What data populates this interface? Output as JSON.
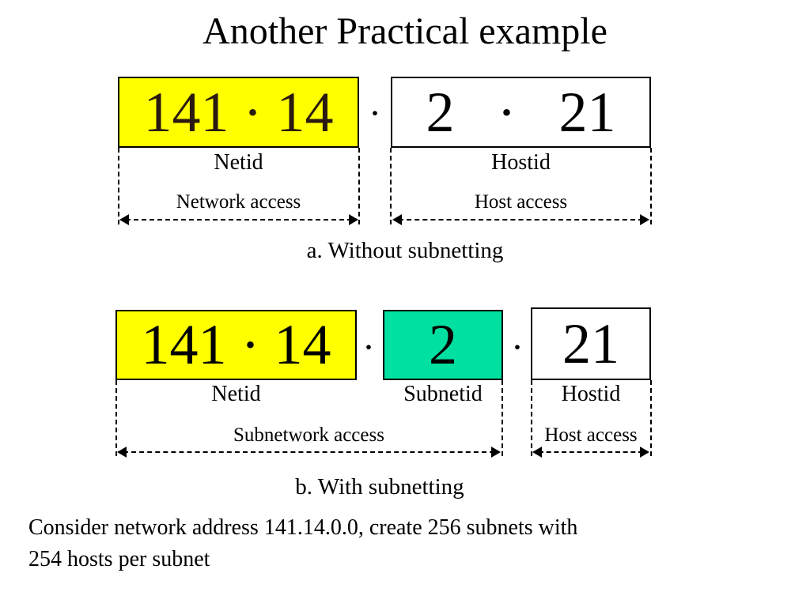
{
  "title": "Another Practical example",
  "colors": {
    "netid_fill": "#ffff00",
    "subnetid_fill": "#00e0a0",
    "hostid_fill": "#ffffff",
    "netid_text_a": "#2a1a10",
    "outline": "#000000"
  },
  "without_subnetting": {
    "netid_value": "141 · 14",
    "separator": "·",
    "hostid_value": "2   ·   21",
    "netid_label": "Netid",
    "hostid_label": "Hostid",
    "network_access": "Network access",
    "host_access": "Host access",
    "caption": "a. Without subnetting"
  },
  "with_subnetting": {
    "netid_value": "141 · 14",
    "separator_1": "·",
    "subnetid_value": "2",
    "separator_2": "·",
    "hostid_value": "21",
    "netid_label": "Netid",
    "subnetid_label": "Subnetid",
    "hostid_label": "Hostid",
    "subnetwork_access": "Subnetwork access",
    "host_access": "Host access",
    "caption": "b. With subnetting"
  },
  "note": {
    "line1": "Consider network address 141.14.0.0, create 256 subnets with",
    "line2": "254 hosts per subnet"
  }
}
